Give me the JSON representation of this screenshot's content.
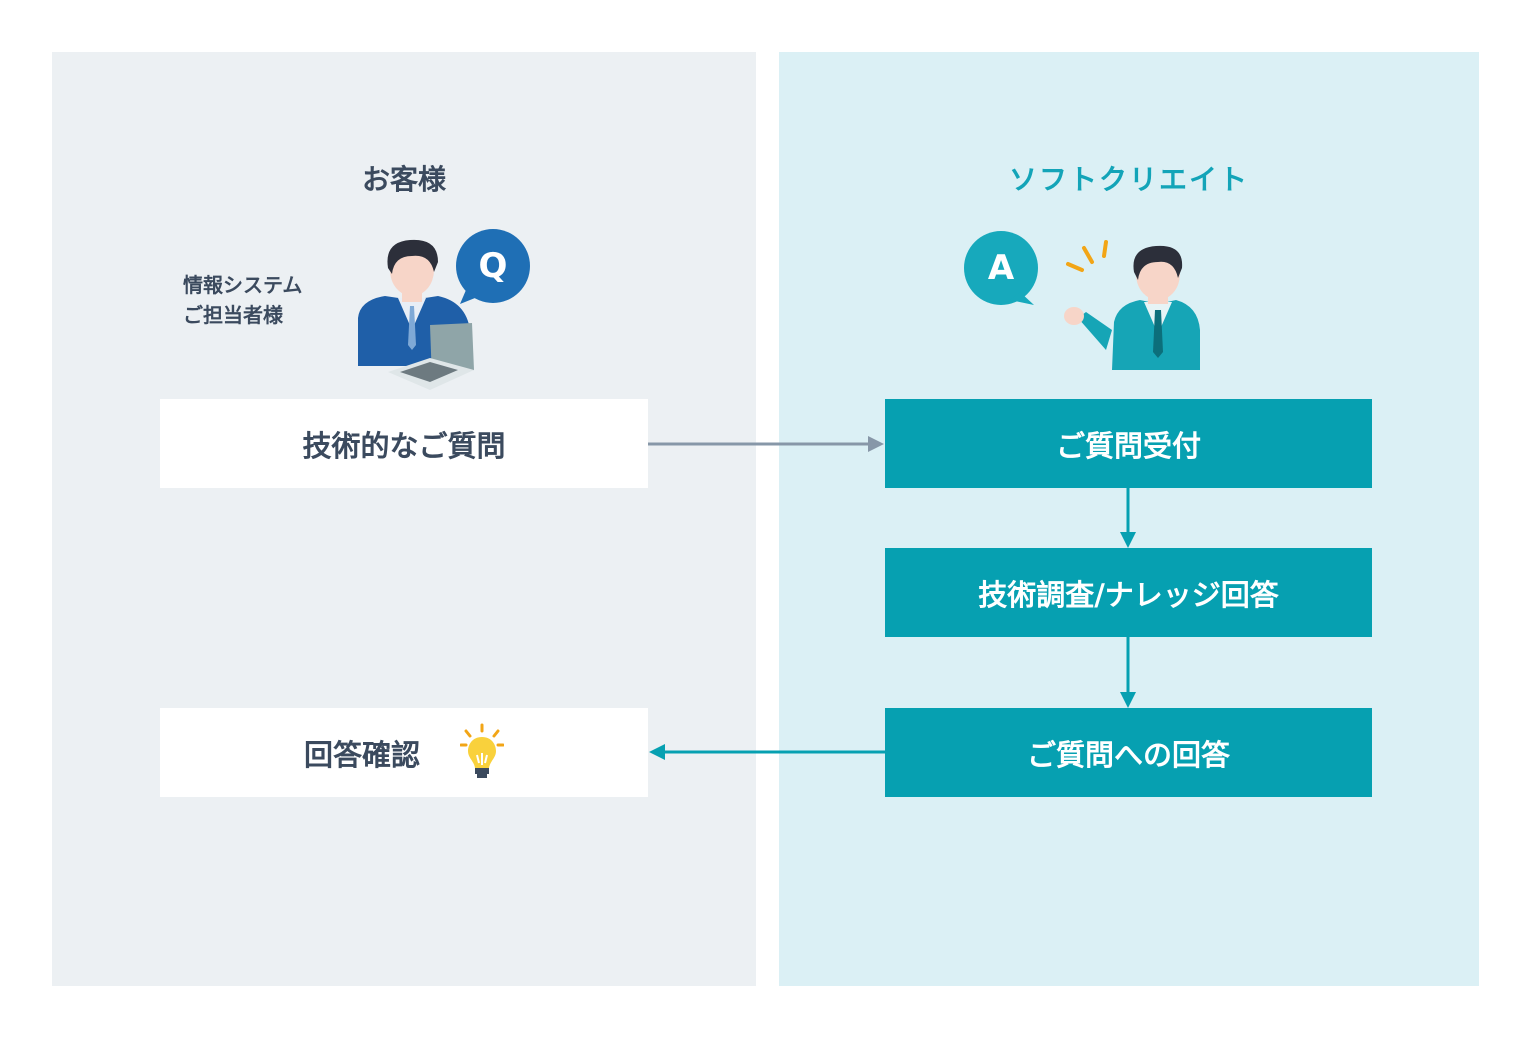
{
  "customer": {
    "title": "お客様",
    "persona_line1": "情報システム",
    "persona_line2": "ご担当者様",
    "question_badge": "Q",
    "box_question": "技術的なご質問",
    "box_confirm": "回答確認"
  },
  "softcreate": {
    "title": "ソフトクリエイト",
    "answer_badge": "A",
    "box_receive": "ご質問受付",
    "box_research": "技術調査/ナレッジ回答",
    "box_answer": "ご質問への回答"
  },
  "colors": {
    "panel_left": "#ecf0f3",
    "panel_right": "#dbf0f5",
    "teal": "#06a0b1",
    "navy_text": "#3b4a5e",
    "gray_arrow": "#8797a8",
    "q_bubble": "#1f6fb5",
    "a_bubble": "#17a9bc"
  },
  "icons": [
    "customer-person-icon",
    "support-person-icon",
    "laptop-icon",
    "lightbulb-icon"
  ]
}
